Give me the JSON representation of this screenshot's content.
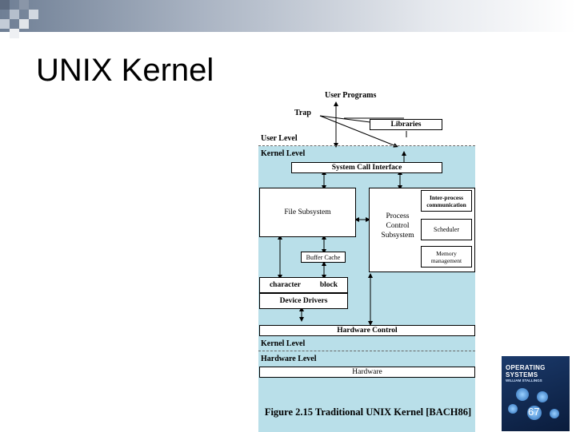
{
  "slide": {
    "title": "UNIX Kernel",
    "page_number": "67"
  },
  "diagram": {
    "user_programs": "User Programs",
    "trap": "Trap",
    "libraries": "Libraries",
    "user_level": "User Level",
    "kernel_level_top": "Kernel Level",
    "system_call_interface": "System Call Interface",
    "file_subsystem": "File Subsystem",
    "process_control_subsystem": "Process\nControl\nSubsystem",
    "inter_process": "Inter-process\ncommunication",
    "scheduler": "Scheduler",
    "memory_management": "Memory\nmanagement",
    "buffer_cache": "Buffer Cache",
    "character": "character",
    "block": "block",
    "device_drivers": "Device Drivers",
    "hardware_control": "Hardware Control",
    "kernel_level_bottom": "Kernel Level",
    "hardware_level": "Hardware Level",
    "hardware": "Hardware",
    "caption": "Figure 2.15 Traditional UNIX Kernel [BACH86]"
  },
  "book_cover": {
    "title": "OPERATING SYSTEMS",
    "author": "WILLIAM STALLINGS"
  }
}
